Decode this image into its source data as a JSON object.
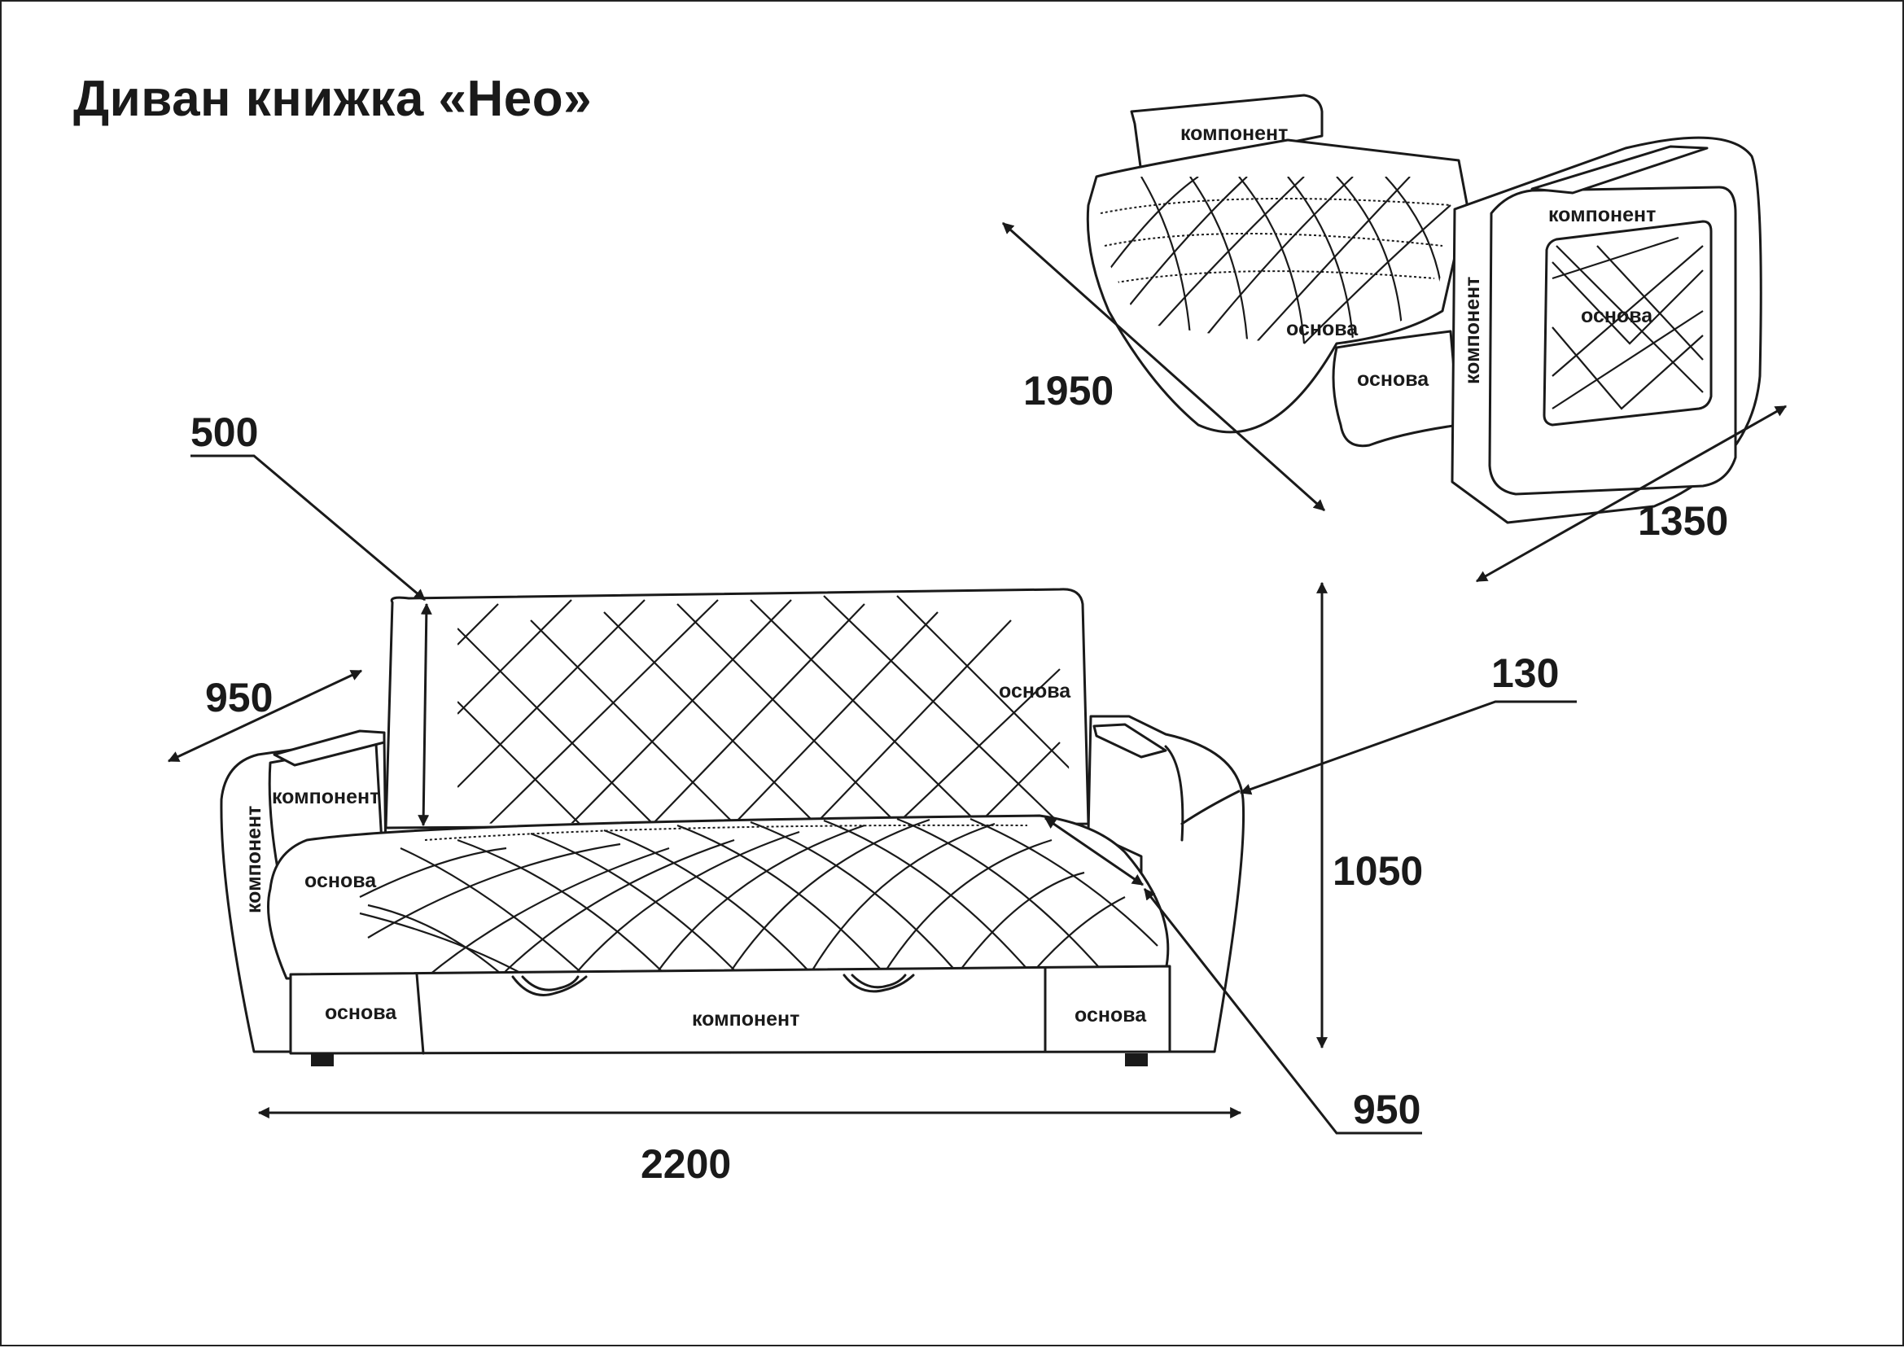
{
  "title": "Диван книжка «Нео»",
  "labels": {
    "component": "компонент",
    "base": "основа"
  },
  "dimensions": {
    "top_depth": "1950",
    "top_width": "1350",
    "back_height": "500",
    "arm_depth": "950",
    "armrest_width": "130",
    "total_height": "1050",
    "seat_depth": "950",
    "total_width": "2200"
  }
}
